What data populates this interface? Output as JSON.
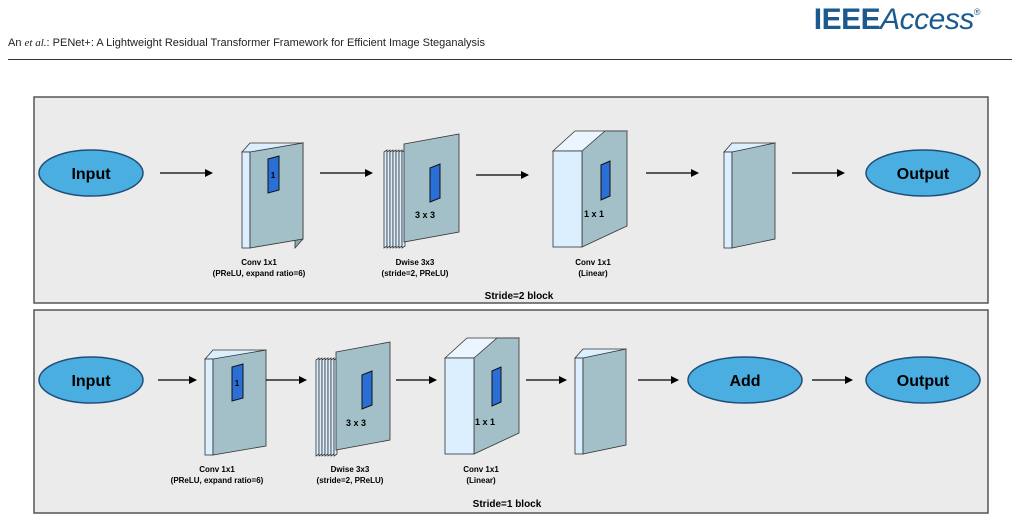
{
  "header": {
    "author": "An",
    "etal": "et al.",
    "title": ": PENet+: A Lightweight Residual Transformer Framework for Efficient Image Steganalysis",
    "logo_bold": "IEEE",
    "logo_italic": "Access",
    "logo_mark": "®"
  },
  "colors": {
    "panel_bg": "#ebebeb",
    "panel_border": "#555555",
    "ellipse_fill": "#4aaee0",
    "ellipse_stroke": "#1f4e79",
    "slab_front": "#a3bfc7",
    "slab_side": "#dcefff",
    "kernel": "#2a6fd6"
  },
  "block1": {
    "input": "Input",
    "output": "Output",
    "caption": "Stride=2 block",
    "conv1": {
      "line1": "Conv 1x1",
      "line2": "(PReLU, expand ratio=6)",
      "kernel": "1"
    },
    "dwise": {
      "line1": "Dwise 3x3",
      "line2": "(stride=2, PReLU)",
      "kernel": "3 x 3"
    },
    "conv2": {
      "line1": "Conv 1x1",
      "line2": "(Linear)",
      "kernel": "1 x 1"
    }
  },
  "block2": {
    "input": "Input",
    "add": "Add",
    "output": "Output",
    "caption": "Stride=1 block",
    "conv1": {
      "line1": "Conv 1x1",
      "line2": "(PReLU, expand ratio=6)",
      "kernel": "1"
    },
    "dwise": {
      "line1": "Dwise 3x3",
      "line2": "(stride=2, PReLU)",
      "kernel": "3 x 3"
    },
    "conv2": {
      "line1": "Conv 1x1",
      "line2": "(Linear)",
      "kernel": "1 x 1"
    }
  }
}
